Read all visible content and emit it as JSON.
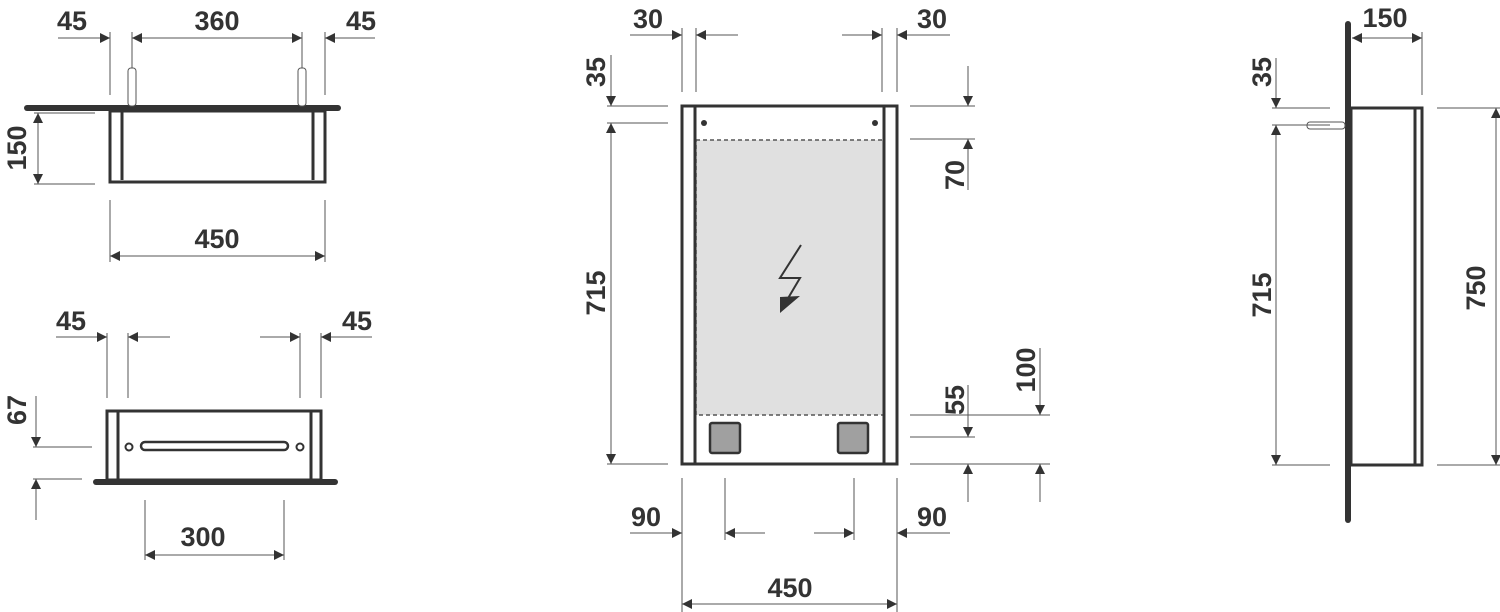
{
  "top_view": {
    "dim_left": "45",
    "dim_middle": "360",
    "dim_right": "45",
    "dim_depth": "150",
    "dim_width": "450"
  },
  "bottom_view": {
    "dim_left": "45",
    "dim_right": "45",
    "dim_height": "67",
    "dim_slot": "300"
  },
  "front_view": {
    "dim_left_top": "30",
    "dim_right_top": "30",
    "dim_top_offset": "35",
    "dim_height": "715",
    "dim_top_panel": "70",
    "dim_socket": "55",
    "dim_bottom_panel": "100",
    "dim_left_bottom": "90",
    "dim_right_bottom": "90",
    "dim_width": "450",
    "mirror_color": "#e0e0e0",
    "socket_color": "#a0a0a0"
  },
  "side_view": {
    "dim_depth": "150",
    "dim_top_offset": "35",
    "dim_mount_height": "715",
    "dim_total_height": "750"
  }
}
